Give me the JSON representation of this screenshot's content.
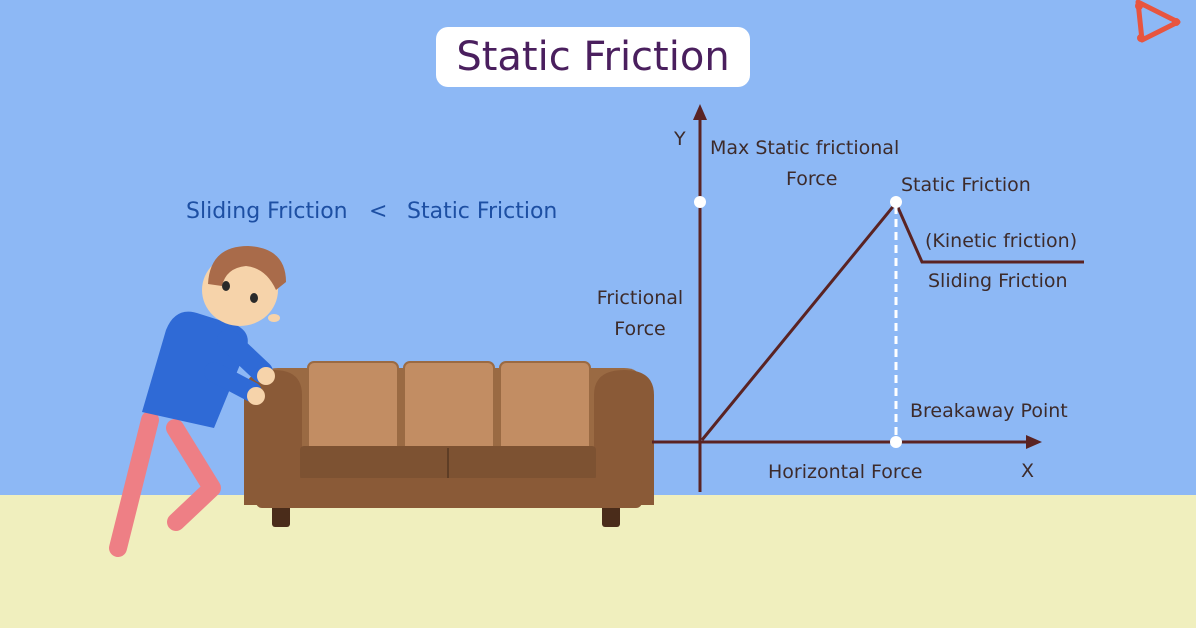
{
  "title": "Static Friction",
  "relation": {
    "left": "Sliding Friction",
    "operator": "<",
    "right": "Static Friction"
  },
  "graph": {
    "y_axis": "Y",
    "x_axis": "X",
    "y_axis_label_line1": "Frictional",
    "y_axis_label_line2": "Force",
    "x_axis_label": "Horizontal Force",
    "max_label_line1": "Max Static frictional",
    "max_label_line2": "Force",
    "peak_label": "Static Friction",
    "kinetic_label": "(Kinetic friction)",
    "sliding_label": "Sliding Friction",
    "breakaway_label": "Breakaway Point"
  },
  "colors": {
    "sky": "#8db8f5",
    "ground": "#f0efbe",
    "axis": "#5a2323",
    "title_text": "#4a1f5e",
    "relation_text": "#1d4fa3",
    "sofa": "#b37f55",
    "sofa_dark": "#8a5a37",
    "shirt": "#2f6ad6",
    "pants": "#ee7f85",
    "hair": "#a96b4a",
    "skin": "#f6d3aa"
  },
  "icons": {
    "logo": "play-logo-icon"
  }
}
